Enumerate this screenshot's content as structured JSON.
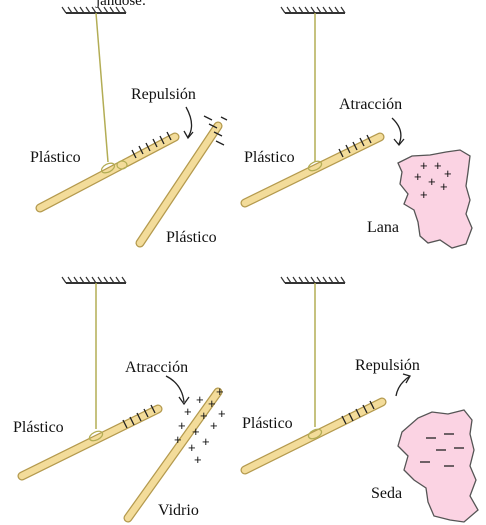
{
  "header_text": "jándose:",
  "colors": {
    "rod_fill": "#f3dc9a",
    "rod_edge": "#b49a4e",
    "thread": "#b3ad55",
    "ceiling": "#333333",
    "cloth_fill": "#fbd3e3",
    "cloth_edge": "#555555",
    "ink": "#111111"
  },
  "panels": [
    {
      "id": "top-left",
      "interaction": "Repulsión",
      "hanging_rod": "Plástico",
      "other_object": "Plástico"
    },
    {
      "id": "top-right",
      "interaction": "Atracción",
      "hanging_rod": "Plástico",
      "other_object": "Lana",
      "other_object_charge": "+"
    },
    {
      "id": "bottom-left",
      "interaction": "Atracción",
      "hanging_rod": "Plástico",
      "other_object": "Vidrio",
      "other_object_charge": "+"
    },
    {
      "id": "bottom-right",
      "interaction": "Repulsión",
      "hanging_rod": "Plástico",
      "other_object": "Seda",
      "other_object_charge": "−"
    }
  ]
}
